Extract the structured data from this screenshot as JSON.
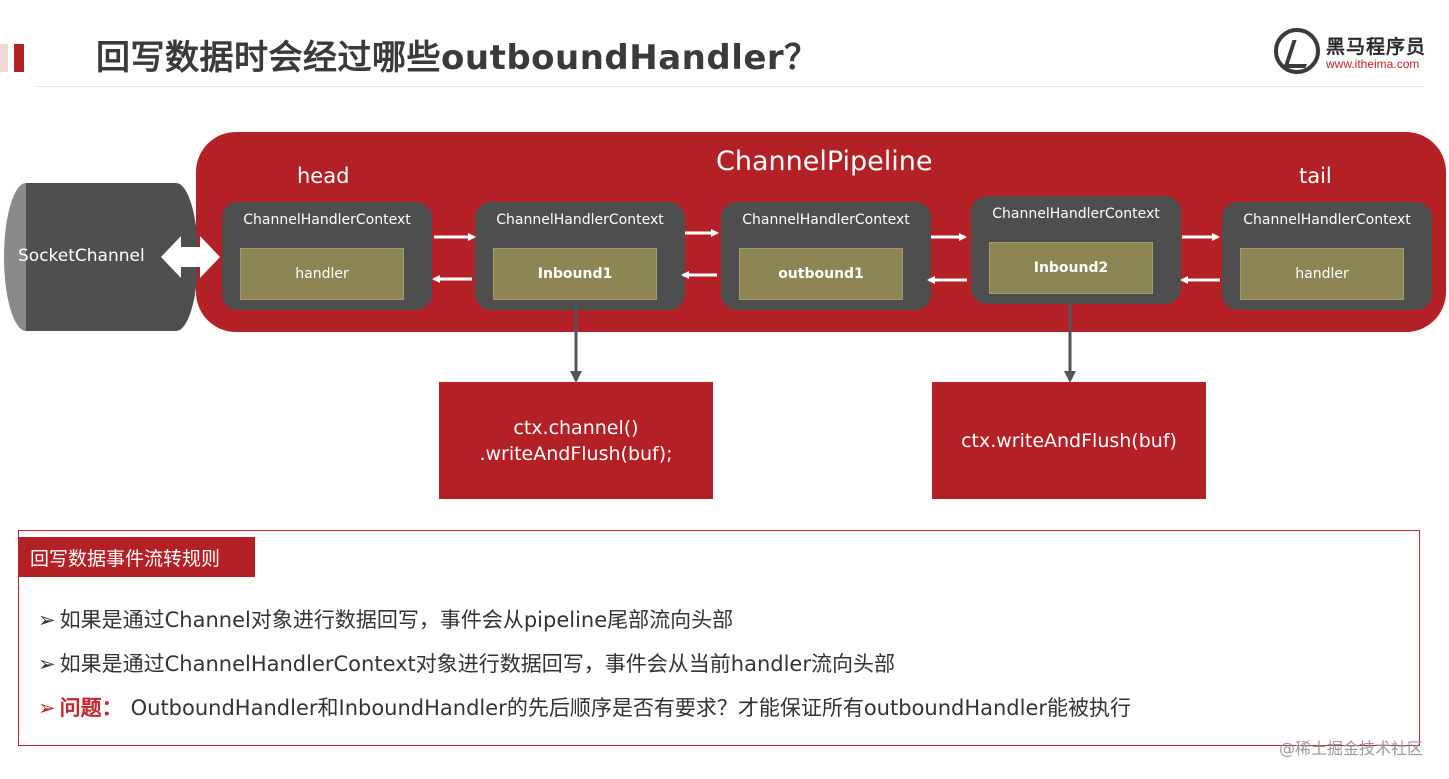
{
  "header": {
    "title": "回写数据时会经过哪些outboundHandler？",
    "logo_cn": "黑马程序员",
    "logo_url": "www.itheima.com"
  },
  "diagram": {
    "pipeline_label": "ChannelPipeline",
    "head_label": "head",
    "tail_label": "tail",
    "socket_label": "SocketChannel",
    "contexts": [
      {
        "label": "ChannelHandlerContext",
        "handler": "handler"
      },
      {
        "label": "ChannelHandlerContext",
        "handler": "Inbound1"
      },
      {
        "label": "ChannelHandlerContext",
        "handler": "outbound1"
      },
      {
        "label": "ChannelHandlerContext",
        "handler": "Inbound2"
      },
      {
        "label": "ChannelHandlerContext",
        "handler": "handler"
      }
    ],
    "code_boxes": [
      {
        "lines": [
          "ctx.channel()",
          ".writeAndFlush(buf);"
        ]
      },
      {
        "lines": [
          "ctx.writeAndFlush(buf)"
        ]
      }
    ]
  },
  "rules": {
    "tag": "回写数据事件流转规则",
    "bullet": "➢",
    "items": [
      {
        "text": "如果是通过Channel对象进行数据回写，事件会从pipeline尾部流向头部"
      },
      {
        "text": "如果是通过ChannelHandlerContext对象进行数据回写，事件会从当前handler流向头部"
      }
    ],
    "problem_prefix": "问题：",
    "problem_text": "OutboundHandler和InboundHandler的先后顺序是否有要求？才能保证所有outboundHandler能被执行"
  },
  "watermark": "@稀土掘金技术社区",
  "colors": {
    "accent_red": "#b32126",
    "context_gray": "#4e4e4f",
    "handler_olive": "#8d8553"
  }
}
